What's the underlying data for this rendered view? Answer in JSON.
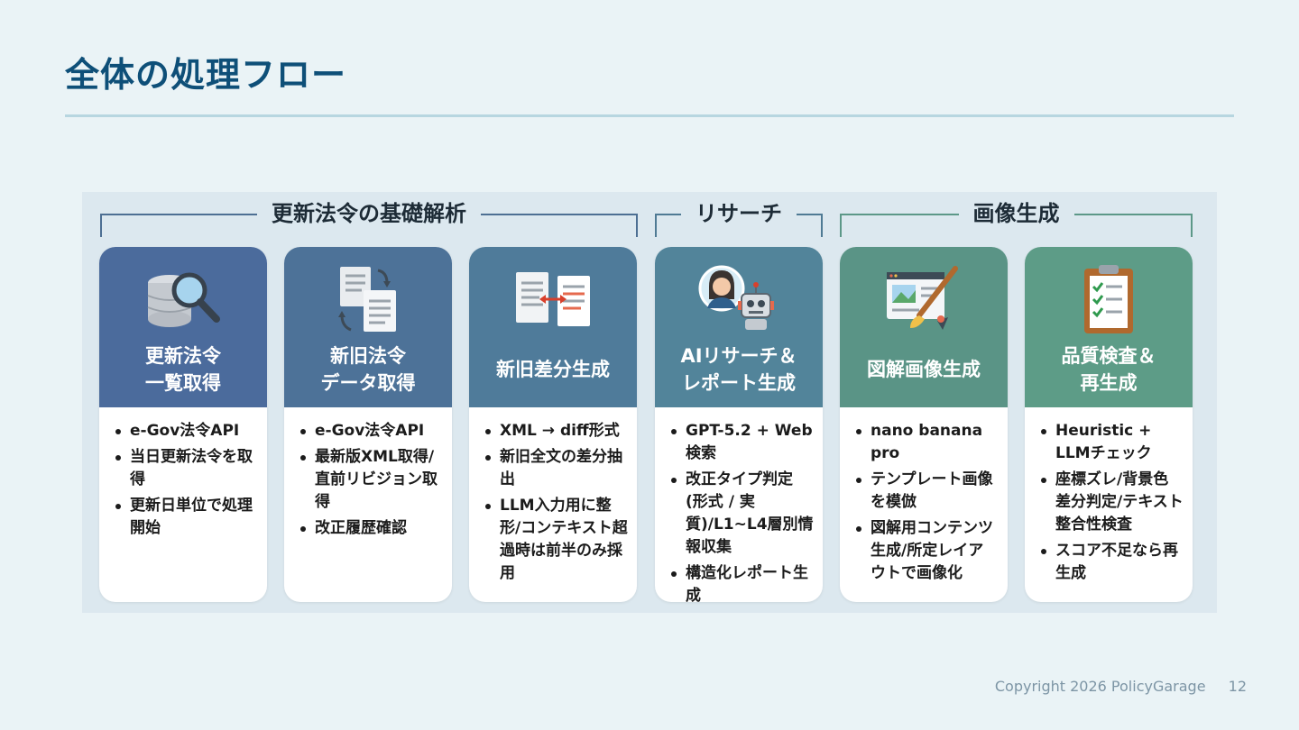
{
  "slide": {
    "title": "全体の処理フロー",
    "copyright": "Copyright 2026 PolicyGarage",
    "page_number": "12"
  },
  "groups": [
    {
      "label": "更新法令の基礎解析",
      "color": "#4d6f93"
    },
    {
      "label": "リサーチ",
      "color": "#4f7a94"
    },
    {
      "label": "画像生成",
      "color": "#5c9888"
    }
  ],
  "cards": [
    {
      "title": "更新法令\n一覧取得",
      "icon": "database-search-icon",
      "color": "#4b6b9c",
      "items": [
        "e-Gov法令API",
        "当日更新法令を取得",
        "更新日単位で処理開始"
      ]
    },
    {
      "title": "新旧法令\nデータ取得",
      "icon": "documents-sync-icon",
      "color": "#4d7298",
      "items": [
        "e-Gov法令API",
        "最新版XML取得/直前リビジョン取得",
        "改正履歴確認"
      ]
    },
    {
      "title": "新旧差分生成",
      "icon": "document-diff-icon",
      "color": "#4f7b9a",
      "items": [
        "XML → diff形式",
        "新旧全文の差分抽出",
        "LLM入力用に整形/コンテキスト超過時は前半のみ採用"
      ]
    },
    {
      "title": "AIリサーチ＆\nレポート生成",
      "icon": "person-robot-icon",
      "color": "#52849a",
      "items": [
        "GPT-5.2 + Web検索",
        "改正タイプ判定 (形式 / 実質)/L1~L4層別情報収集",
        "構造化レポート生成"
      ]
    },
    {
      "title": "図解画像生成",
      "icon": "image-brush-icon",
      "color": "#5a9486",
      "items": [
        "nano banana pro",
        "テンプレート画像を模倣",
        "図解用コンテンツ生成/所定レイアウトで画像化"
      ]
    },
    {
      "title": "品質検査＆\n再生成",
      "icon": "clipboard-checklist-icon",
      "color": "#5d9c87",
      "items": [
        "Heuristic + LLMチェック",
        "座標ズレ/背景色差分判定/テキスト整合性検査",
        "スコア不足なら再生成"
      ]
    }
  ]
}
